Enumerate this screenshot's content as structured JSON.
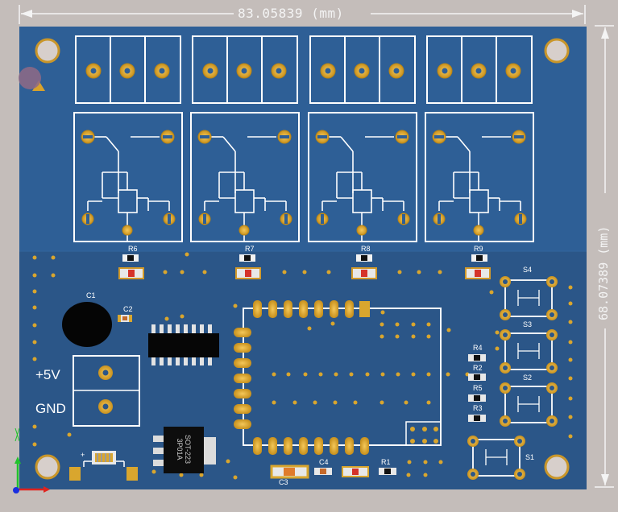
{
  "dimensions": {
    "width_label": "83.05839 (mm)",
    "height_label": "68.07389 (mm)"
  },
  "board": {
    "color": "#2e5f96",
    "lower_color": "#2b5688",
    "silkscreen": "#ffffff",
    "pad_gold": "#d9a62e",
    "body_black": "#060606"
  },
  "labels": {
    "r6": "R6",
    "r7": "R7",
    "r8": "R8",
    "r9": "R9",
    "r4": "R4",
    "r2": "R2",
    "r5": "R5",
    "r3": "R3",
    "r1": "R1",
    "c1": "C1",
    "c2": "C2",
    "c3": "C3",
    "c4": "C4",
    "s1": "S1",
    "s2": "S2",
    "s3": "S3",
    "s4": "S4",
    "power_pos": "+5V",
    "power_gnd": "GND",
    "plus_mark": "+",
    "regulator_line1": "SOT-223",
    "regulator_line2": "3P01A"
  },
  "axes": {
    "x_color": "#e0241f",
    "y_color": "#21c22d",
    "z_color": "#1a2ee0"
  }
}
